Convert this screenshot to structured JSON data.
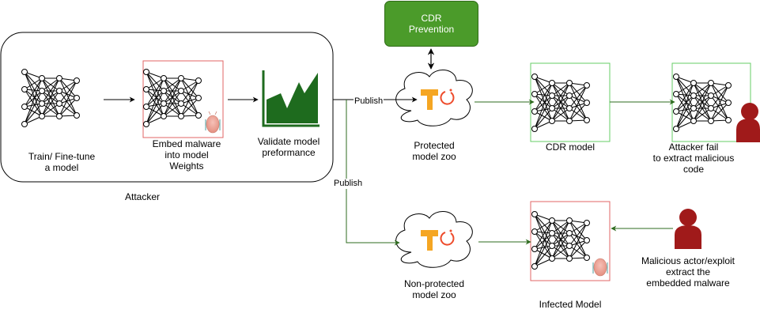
{
  "groups": {
    "attacker": {
      "label": "Attacker"
    }
  },
  "steps": {
    "train": {
      "label": "Train/ Fine-tune\na model"
    },
    "embed": {
      "label": "Embed malware\ninto model\nWeights"
    },
    "validate": {
      "label": "Validate model\npreformance"
    }
  },
  "cdr": {
    "label": "CDR\nPrevention"
  },
  "zoos": {
    "protected": {
      "label": "Protected\nmodel zoo"
    },
    "non_protected": {
      "label": "Non-protected\nmodel zoo"
    }
  },
  "models": {
    "cdr_model": {
      "label": "CDR model"
    },
    "fail": {
      "label": "Attacker fail\nto extract malicious\ncode"
    },
    "infected": {
      "label": "Infected Model"
    },
    "malicious_actor": {
      "label": "Malicious actor/exploit\nextract the\nembedded malware"
    }
  },
  "edges": {
    "publish_top": "Publish",
    "publish_bottom": "Publish"
  },
  "colors": {
    "green_line": "#2e6b1f",
    "green_border": "#66cc66",
    "red_border": "#e06666",
    "cdr_fill": "#4b9b2a",
    "chart_green": "#1e6b1e",
    "person_red": "#a01a1a",
    "tf_orange": "#f5a623",
    "torch_red": "#ee4c2c"
  }
}
